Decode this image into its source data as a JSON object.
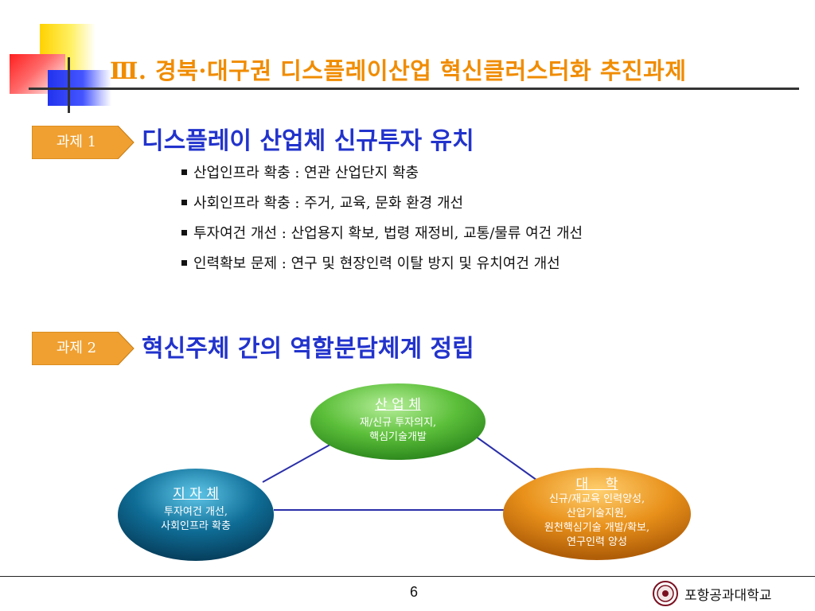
{
  "slide": {
    "title": "Ⅲ. 경북·대구권 디스플레이산업 혁신클러스터화 추진과제",
    "page_number": "6",
    "organization": "포항공과대학교"
  },
  "task1": {
    "tag": "과제 1",
    "heading": "디스플레이 산업체 신규투자 유치",
    "bullets": [
      "산업인프라 확충 : 연관 산업단지 확충",
      "사회인프라 확충 : 주거, 교육, 문화 환경 개선",
      "투자여건 개선 : 산업용지 확보, 법령 재정비, 교통/물류 여건 개선",
      "인력확보 문제 : 연구 및 현장인력 이탈 방지 및 유치여건 개선"
    ]
  },
  "task2": {
    "tag": "과제 2",
    "heading": "혁신주체 간의 역할분담체계 정립"
  },
  "diagram": {
    "industry": {
      "title": "산 업 체",
      "desc": [
        "재/신규 투자의지,",
        "핵심기술개발"
      ]
    },
    "local_gov": {
      "title": "지 자 체",
      "desc": [
        "투자여건 개선,",
        "사회인프라 확충"
      ]
    },
    "university": {
      "title": "대    학",
      "desc": [
        "신규/재교육 인력양성,",
        "산업기술지원,",
        "원천핵심기술 개발/확보,",
        "연구인력 양성"
      ]
    }
  },
  "colors": {
    "title": "#f08c00",
    "heading": "#2233cc",
    "tag": "#f0a030",
    "industry": "#55b83a",
    "local_gov": "#0a5f87",
    "university": "#e08a10",
    "connector": "#2a2fa8"
  }
}
